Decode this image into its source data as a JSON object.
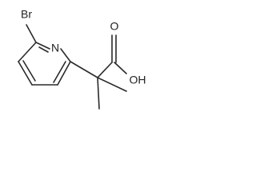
{
  "molecule": {
    "atoms": {
      "br": "Br",
      "n": "N",
      "o_carbonyl": "O",
      "oh": "OH"
    },
    "colors": {
      "bond": "#2a2a2a",
      "label": "#222222",
      "background": "#ffffff"
    }
  }
}
